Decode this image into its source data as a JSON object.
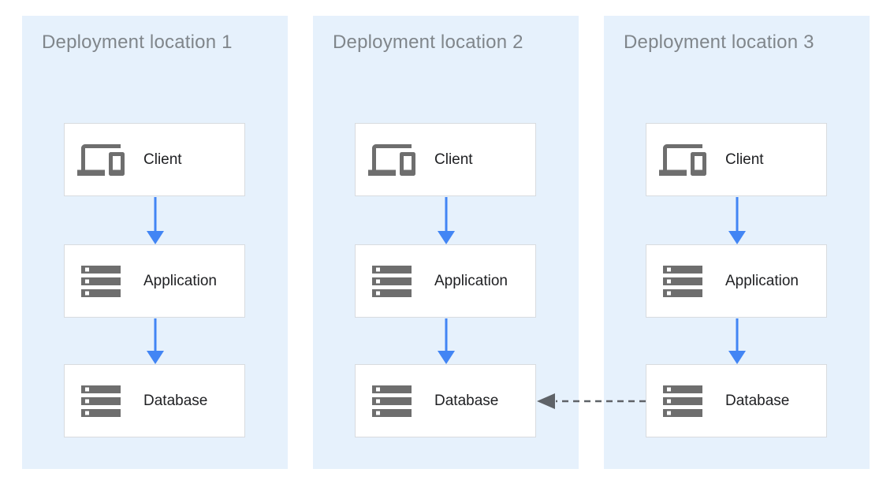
{
  "panels": [
    {
      "title": "Deployment location 1",
      "nodes": [
        {
          "label": "Client",
          "icon": "devices-icon"
        },
        {
          "label": "Application",
          "icon": "storage-icon"
        },
        {
          "label": "Database",
          "icon": "storage-icon"
        }
      ]
    },
    {
      "title": "Deployment location 2",
      "nodes": [
        {
          "label": "Client",
          "icon": "devices-icon"
        },
        {
          "label": "Application",
          "icon": "storage-icon"
        },
        {
          "label": "Database",
          "icon": "storage-icon"
        }
      ]
    },
    {
      "title": "Deployment location 3",
      "nodes": [
        {
          "label": "Client",
          "icon": "devices-icon"
        },
        {
          "label": "Application",
          "icon": "storage-icon"
        },
        {
          "label": "Database",
          "icon": "storage-icon"
        }
      ]
    }
  ],
  "connections": [
    {
      "from": "client-1",
      "to": "application-1",
      "style": "solid-blue-down"
    },
    {
      "from": "application-1",
      "to": "database-1",
      "style": "solid-blue-down"
    },
    {
      "from": "client-2",
      "to": "application-2",
      "style": "solid-blue-down"
    },
    {
      "from": "application-2",
      "to": "database-2",
      "style": "solid-blue-down"
    },
    {
      "from": "client-3",
      "to": "application-3",
      "style": "solid-blue-down"
    },
    {
      "from": "application-3",
      "to": "database-3",
      "style": "solid-blue-down"
    },
    {
      "from": "database-3",
      "to": "database-2",
      "style": "dashed-gray-left"
    }
  ],
  "colors": {
    "page_bg": "#FFFFFF",
    "panel_bg": "#E6F1FC",
    "node_bg": "#FFFFFF",
    "node_border": "#D8DBDF",
    "title_text": "#80868B",
    "label_text": "#202124",
    "icon_gray": "#6E6E6E",
    "arrow_blue": "#4285F4",
    "arrow_dash": "#5F6368"
  }
}
